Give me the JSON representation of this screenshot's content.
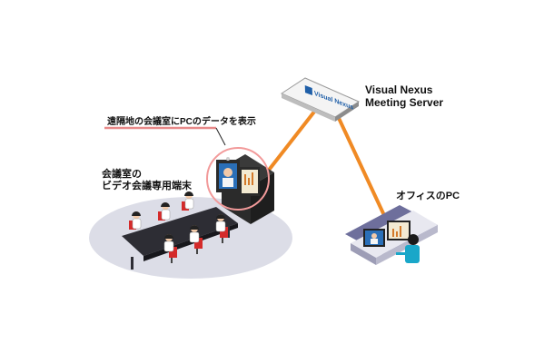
{
  "labels": {
    "server_name_line1": "Visual Nexus",
    "server_name_line2": "Meeting Server",
    "server_logo_text": "Visual Nexus",
    "callout": "遠隔地の会議室にPCのデータを表示",
    "room_line1": "会議室の",
    "room_line2": "ビデオ会議専用端末",
    "office": "オフィスのPC"
  },
  "icons": [
    "server-appliance",
    "video-conference-terminal",
    "conference-table",
    "office-desk",
    "person-at-pc"
  ],
  "colors": {
    "connection": "#f08a24",
    "callout_underline": "#e88a8a",
    "highlight_circle": "#f29a9a",
    "floor": "#dcdde7",
    "accent_blue": "#1f5fa8",
    "chair_red": "#d42a2a",
    "person_shirt": "#19a7c9"
  }
}
